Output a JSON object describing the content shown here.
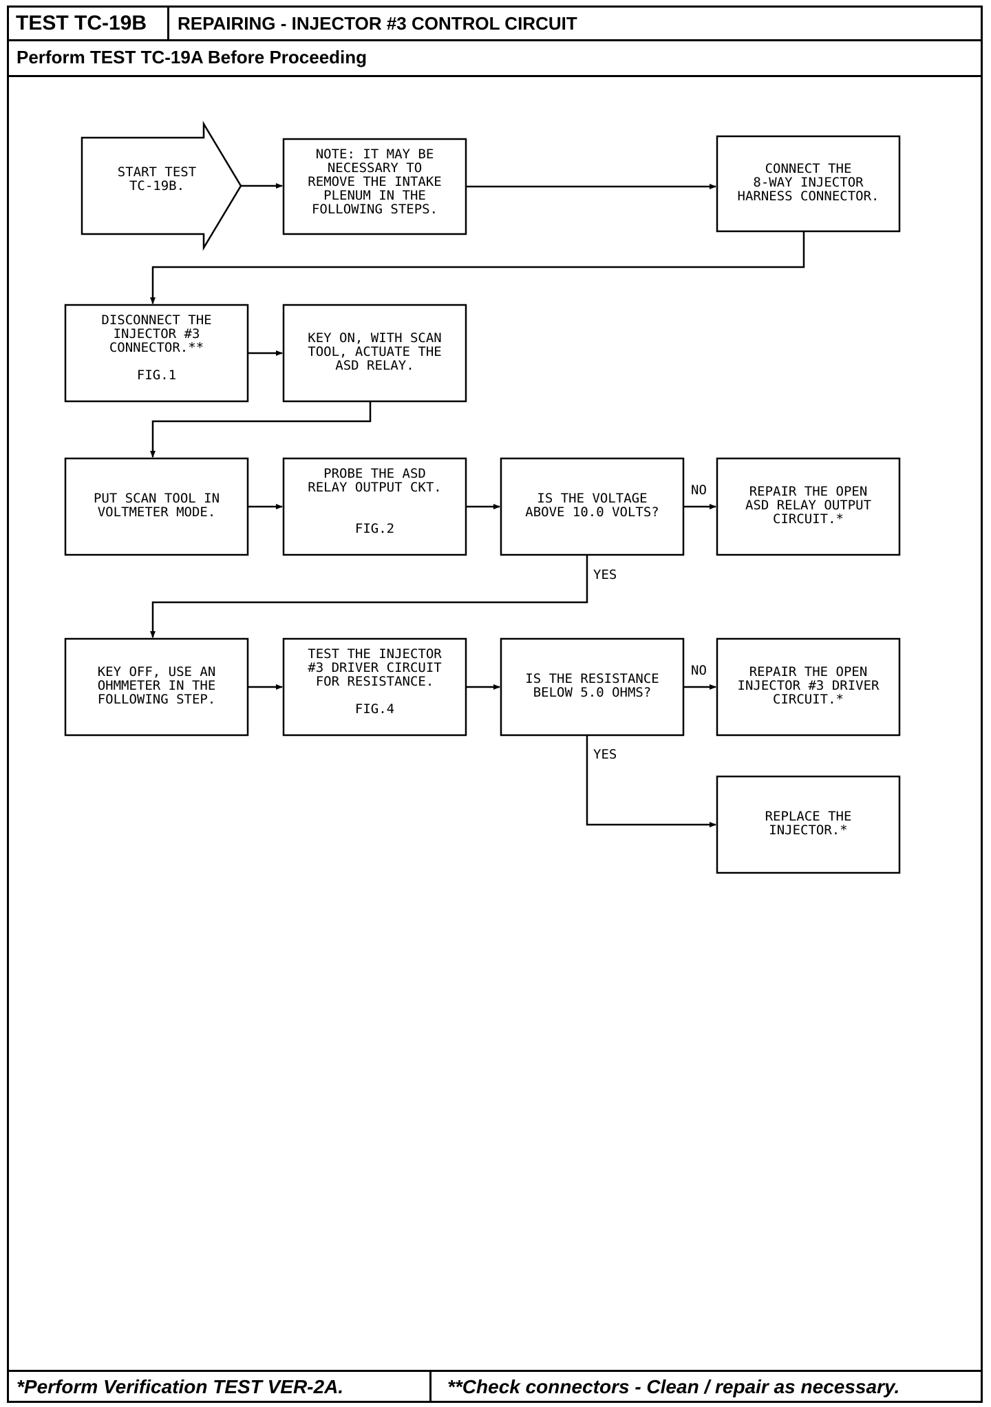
{
  "header": {
    "test_id": "TEST TC-19B",
    "title": "REPAIRING - INJECTOR #3 CONTROL CIRCUIT",
    "prerequisite": "Perform TEST TC-19A Before Proceeding"
  },
  "flowchart": {
    "nodes": [
      {
        "id": "start",
        "lines": [
          "START TEST",
          "TC-19B."
        ]
      },
      {
        "id": "note",
        "lines": [
          "NOTE: IT MAY BE",
          "NECESSARY TO",
          "REMOVE THE INTAKE",
          "PLENUM IN THE",
          "FOLLOWING STEPS."
        ]
      },
      {
        "id": "connect",
        "lines": [
          "CONNECT THE",
          "8-WAY INJECTOR",
          "HARNESS CONNECTOR."
        ]
      },
      {
        "id": "disconnect",
        "lines": [
          "DISCONNECT THE",
          "INJECTOR #3",
          "CONNECTOR.**",
          "",
          "FIG.1"
        ]
      },
      {
        "id": "key-on",
        "lines": [
          "KEY ON, WITH SCAN",
          "TOOL, ACTUATE THE",
          "ASD RELAY."
        ]
      },
      {
        "id": "scan-tool",
        "lines": [
          "PUT SCAN TOOL IN",
          "VOLTMETER MODE."
        ]
      },
      {
        "id": "probe",
        "lines": [
          "PROBE THE ASD",
          "RELAY OUTPUT CKT.",
          "",
          "",
          "FIG.2"
        ]
      },
      {
        "id": "voltage-check",
        "lines": [
          "IS THE VOLTAGE",
          "ABOVE 10.0 VOLTS?"
        ]
      },
      {
        "id": "repair-asd",
        "lines": [
          "REPAIR THE OPEN",
          "ASD RELAY OUTPUT",
          "CIRCUIT.*"
        ]
      },
      {
        "id": "key-off",
        "lines": [
          "KEY OFF, USE AN",
          "OHMMETER IN THE",
          "FOLLOWING STEP."
        ]
      },
      {
        "id": "test-driver",
        "lines": [
          "TEST THE INJECTOR",
          "#3 DRIVER CIRCUIT",
          "FOR RESISTANCE.",
          "",
          "FIG.4"
        ]
      },
      {
        "id": "resistance-check",
        "lines": [
          "IS THE RESISTANCE",
          "BELOW 5.0 OHMS?"
        ]
      },
      {
        "id": "repair-driver",
        "lines": [
          "REPAIR THE OPEN",
          "INJECTOR #3 DRIVER",
          "CIRCUIT.*"
        ]
      },
      {
        "id": "replace",
        "lines": [
          "REPLACE THE",
          "INJECTOR.*"
        ]
      }
    ],
    "labels": {
      "no": "NO",
      "yes": "YES"
    }
  },
  "footer": {
    "note_left": "*Perform Verification TEST VER-2A.",
    "note_right": "**Check connectors - Clean / repair as necessary."
  }
}
